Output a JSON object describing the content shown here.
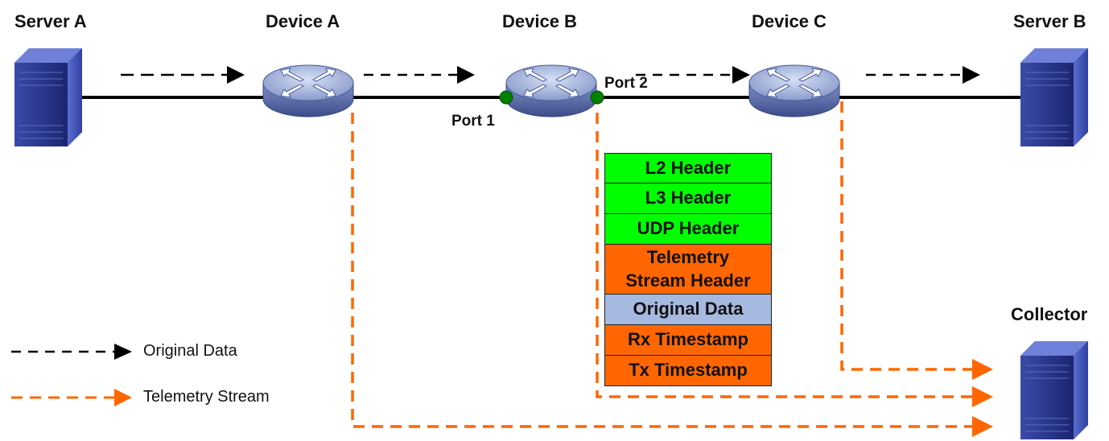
{
  "nodes": {
    "server_a": "Server A",
    "device_a": "Device A",
    "device_b": "Device B",
    "device_c": "Device C",
    "server_b": "Server B",
    "collector": "Collector"
  },
  "ports": {
    "port1": "Port 1",
    "port2": "Port 2"
  },
  "packet_fields": [
    {
      "label": "L2 Header",
      "color": "#00ff00"
    },
    {
      "label": "L3 Header",
      "color": "#00ff00"
    },
    {
      "label": "UDP Header",
      "color": "#00ff00"
    },
    {
      "label": "Telemetry\nStream Header",
      "color": "#ff6600"
    },
    {
      "label": "Original Data",
      "color": "#a6b9e0"
    },
    {
      "label": "Rx Timestamp",
      "color": "#ff6600"
    },
    {
      "label": "Tx Timestamp",
      "color": "#ff6600"
    }
  ],
  "legend": {
    "original": "Original Data",
    "telemetry": "Telemetry Stream"
  },
  "colors": {
    "original_flow": "#000000",
    "telemetry_flow": "#ff6600",
    "port_dot": "#008000"
  }
}
